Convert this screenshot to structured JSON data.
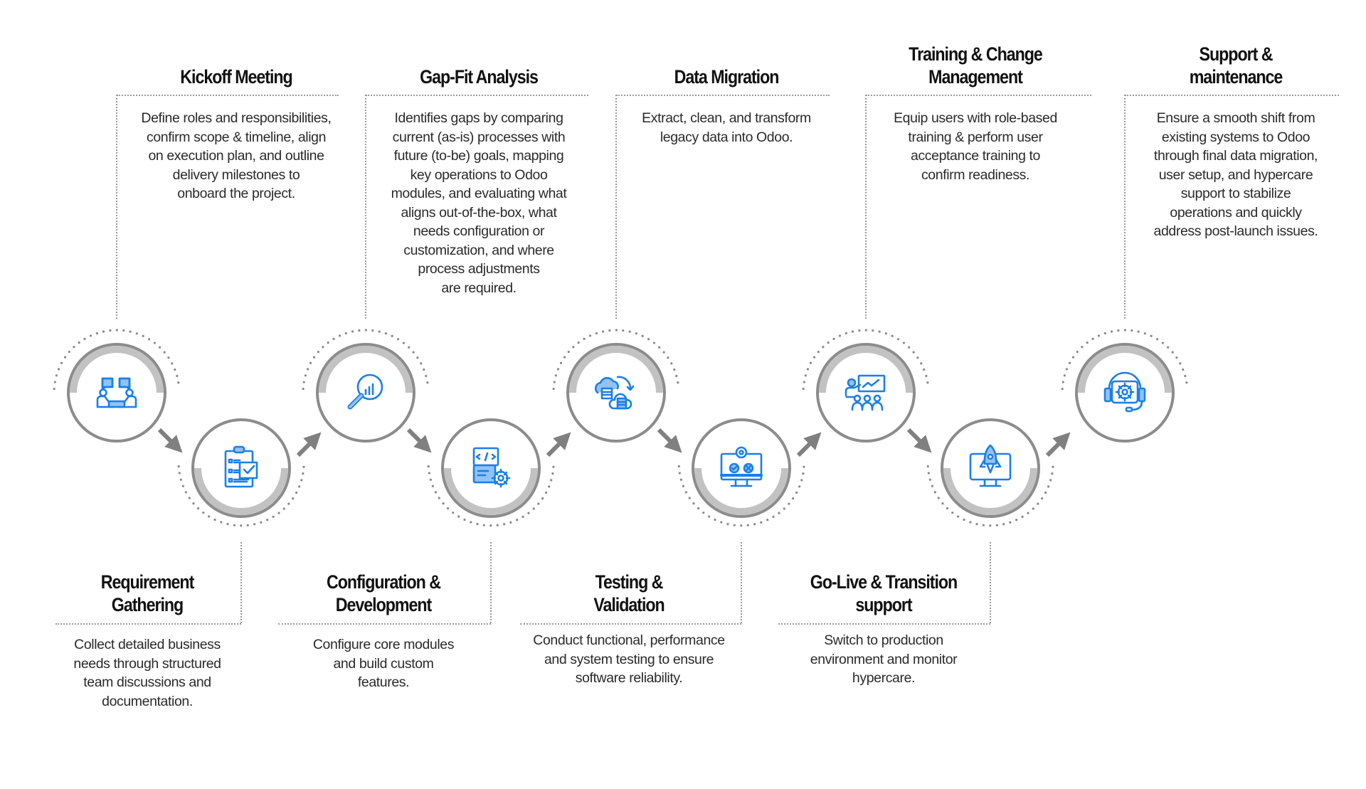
{
  "top_steps": [
    {
      "title": "Kickoff Meeting",
      "description": "Define roles and responsibilities,\nconfirm scope & timeline, align\non execution plan, and outline\ndelivery milestones to\nonboard the project.",
      "icon": "meeting-icon"
    },
    {
      "title": "Gap-Fit Analysis",
      "description": "Identifies gaps by comparing\ncurrent (as-is) processes with\nfuture (to-be) goals, mapping\nkey operations to Odoo\nmodules, and evaluating what\naligns out-of-the-box, what\nneeds configuration or\ncustomization, and where\nprocess adjustments\nare required.",
      "icon": "analysis-magnifier-icon"
    },
    {
      "title": "Data Migration",
      "description": "Extract, clean, and transform\nlegacy data into Odoo.",
      "icon": "cloud-data-sync-icon"
    },
    {
      "title": "Training & Change\nManagement",
      "description": "Equip users with role-based\ntraining & perform user\nacceptance training to\nconfirm readiness.",
      "icon": "training-presentation-icon"
    },
    {
      "title": "Support &\nmaintenance",
      "description": "Ensure a smooth shift from\nexisting systems to Odoo\nthrough final data migration,\nuser setup, and hypercare\nsupport to stabilize\noperations and quickly\naddress post-launch issues.",
      "icon": "headset-support-icon"
    }
  ],
  "bottom_steps": [
    {
      "title": "Requirement\nGathering",
      "description": "Collect detailed business\nneeds through structured\nteam discussions and\ndocumentation.",
      "icon": "clipboard-checklist-icon"
    },
    {
      "title": "Configuration &\nDevelopment",
      "description": "Configure core modules\nand build custom\nfeatures.",
      "icon": "code-gear-icon"
    },
    {
      "title": "Testing &\nValidation",
      "description": "Conduct functional, performance\nand system testing to ensure\nsoftware reliability.",
      "icon": "monitor-testing-icon"
    },
    {
      "title": "Go-Live & Transition\nsupport",
      "description": "Switch to production\nenvironment and monitor\nhypercare.",
      "icon": "rocket-monitor-icon"
    }
  ],
  "colors": {
    "icon_blue": "#1b7fe6",
    "icon_fill": "#93c2f2",
    "ring": "#8c8c8c",
    "ring_inner": "#c2c2c2"
  }
}
